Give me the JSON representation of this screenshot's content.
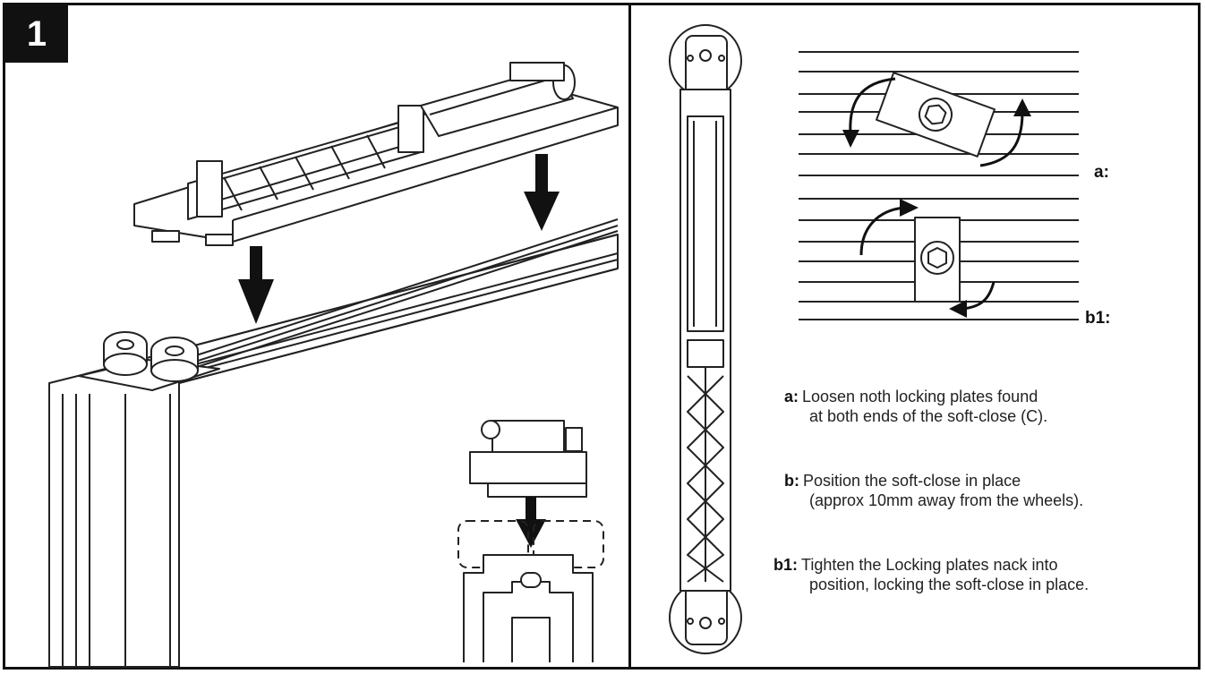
{
  "step": {
    "number": "1"
  },
  "labels": {
    "a": "a:",
    "b1": "b1:"
  },
  "instructions": [
    {
      "key": "a:",
      "line1": "Loosen noth locking plates found",
      "line2": "at both ends of the soft-close (C)."
    },
    {
      "key": "b:",
      "line1": "Position the soft-close in place",
      "line2": "(approx 10mm away from the wheels)."
    },
    {
      "key": "b1:",
      "line1": "Tighten the Locking plates nack into",
      "line2": "position, locking the soft-close in place."
    }
  ]
}
